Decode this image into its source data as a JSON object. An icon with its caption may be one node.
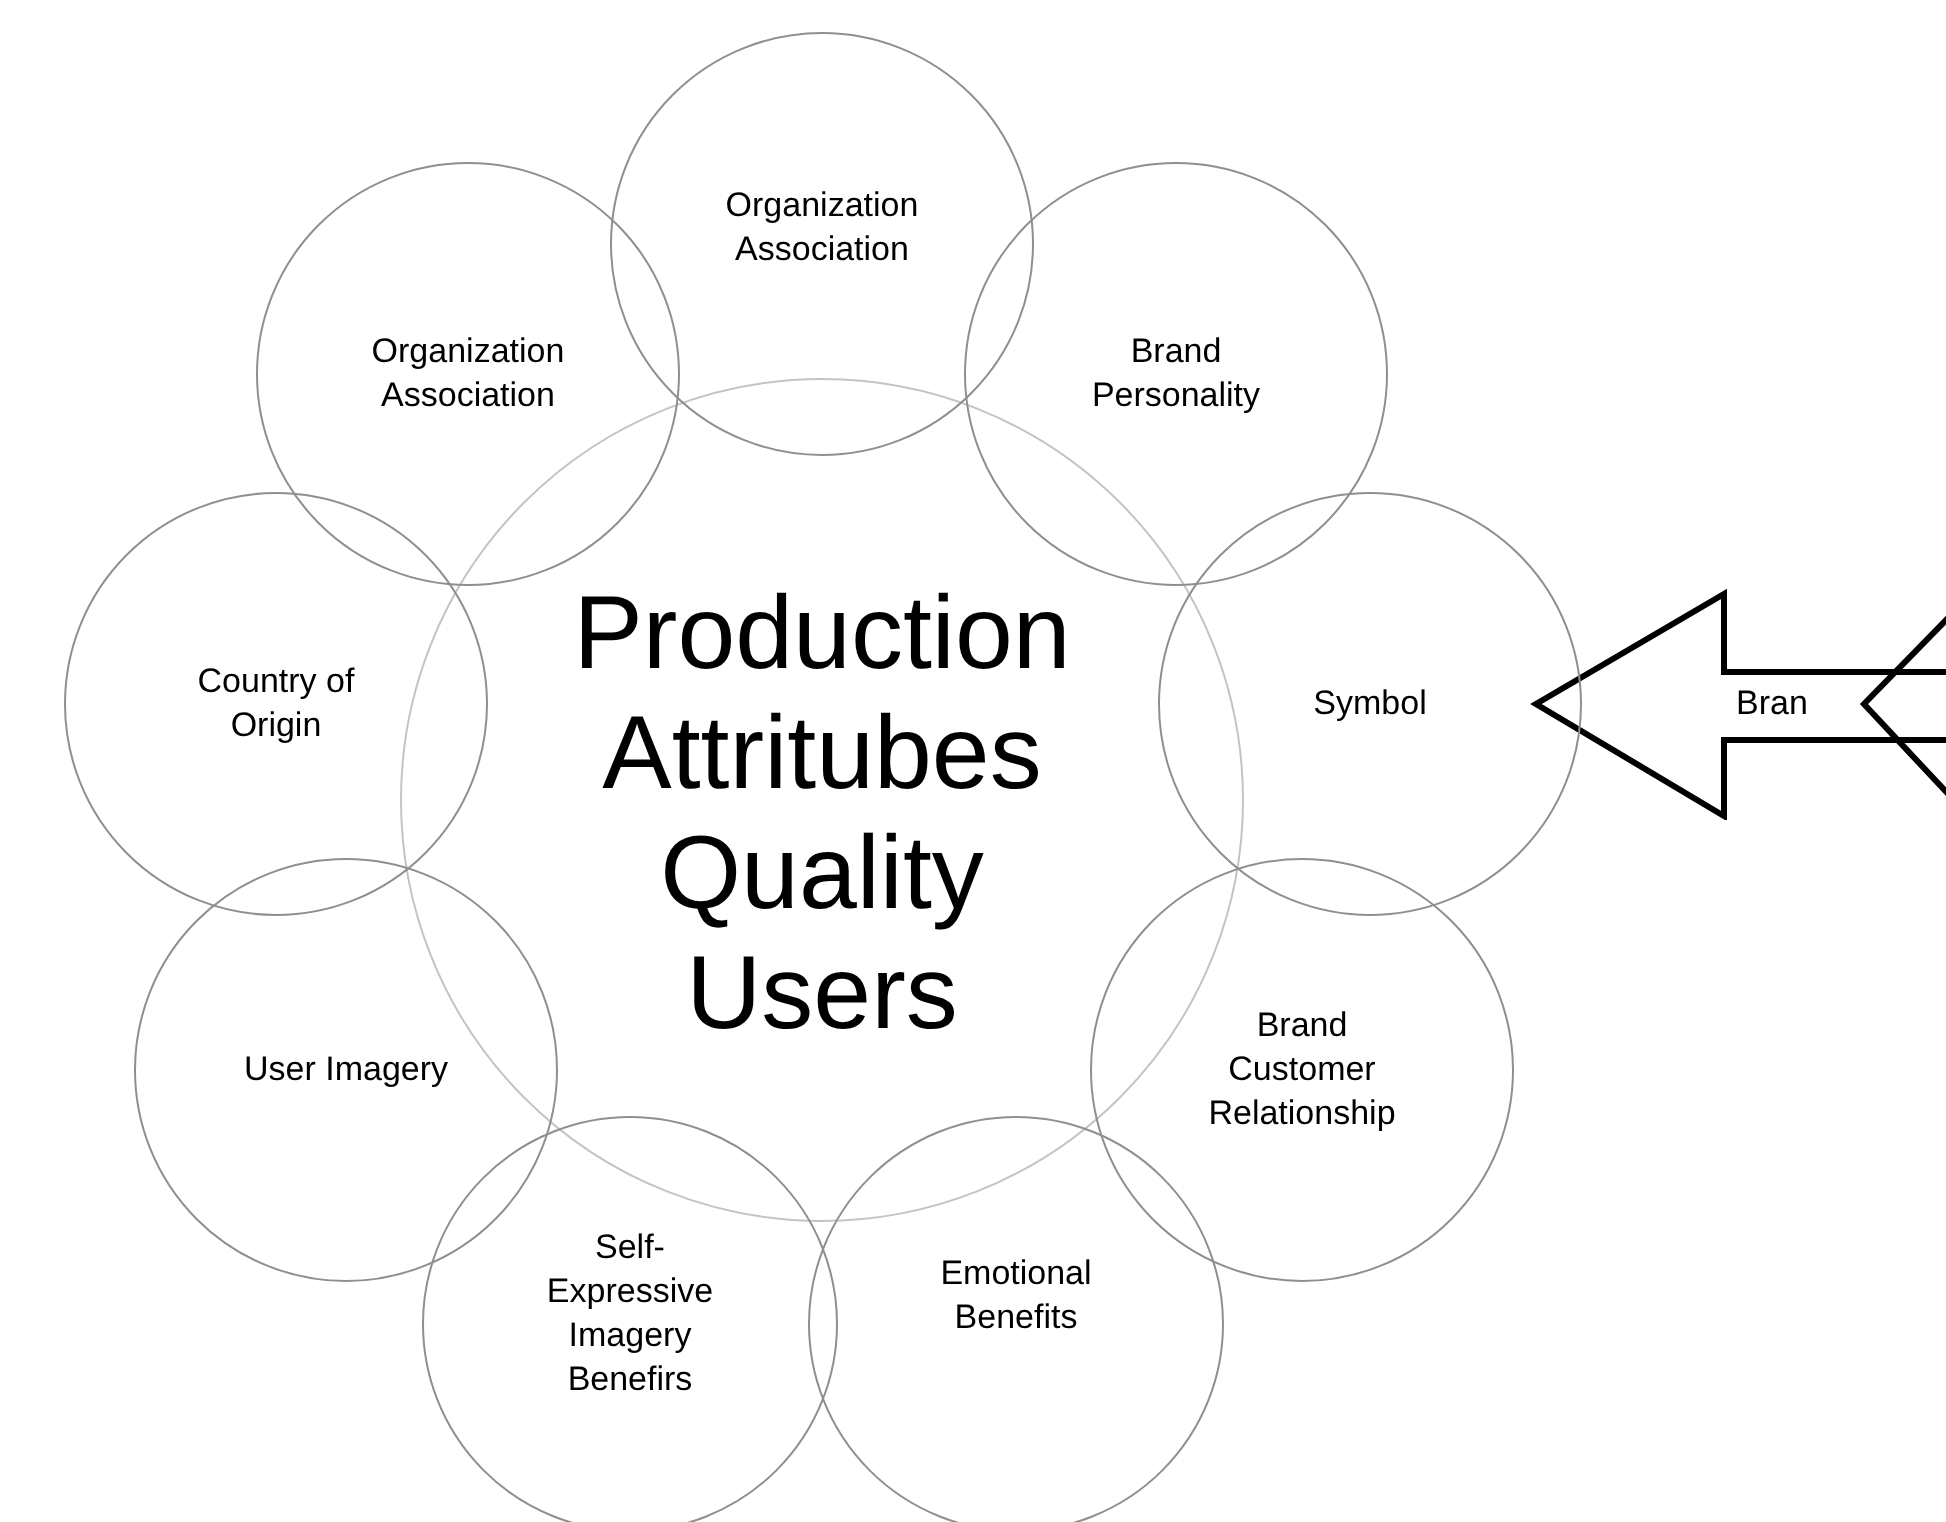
{
  "diagram": {
    "nodes": [
      {
        "text": [
          "Production Attritubes Quality Users"
        ]
      },
      {
        "text": [
          "Organization Association"
        ]
      },
      {
        "text": [
          "Organization Association"
        ]
      },
      {
        "text": [
          "Brand Personality"
        ]
      },
      {
        "text": [
          "Country of Origin"
        ]
      },
      {
        "text": [
          "Symbol"
        ]
      },
      {
        "text": [
          "Bran"
        ]
      },
      {
        "text": [
          "User Imagery"
        ]
      },
      {
        "text": [
          "Brand Customer Relationship"
        ]
      },
      {
        "text": [
          "Self-Expressive Imagery Benefirs"
        ]
      },
      {
        "text": [
          "Emotional Benefits"
        ]
      }
    ]
  }
}
